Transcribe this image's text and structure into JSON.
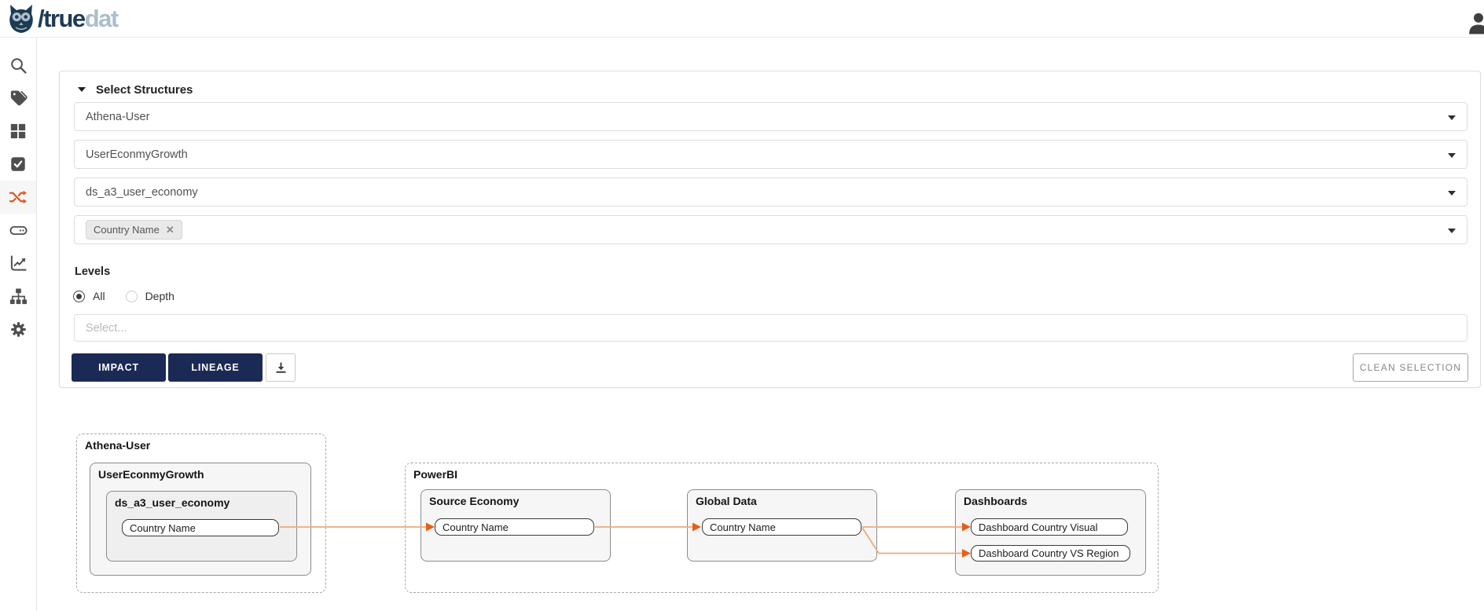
{
  "header": {
    "logo": {
      "slash_true": "/true",
      "dat": "dat"
    }
  },
  "sidebar": {
    "items": [
      {
        "icon": "search"
      },
      {
        "icon": "tags"
      },
      {
        "icon": "grid"
      },
      {
        "icon": "check-square"
      },
      {
        "icon": "shuffle",
        "active": true
      },
      {
        "icon": "storage"
      },
      {
        "icon": "chart-line"
      },
      {
        "icon": "sitemap"
      },
      {
        "icon": "gear"
      }
    ]
  },
  "structures_panel": {
    "title": "Select Structures",
    "system_select": "Athena-User",
    "group_select": "UserEconmyGrowth",
    "structure_select": "ds_a3_user_economy",
    "field_chip": "Country Name",
    "levels": {
      "label": "Levels",
      "options": [
        "All",
        "Depth"
      ],
      "selected": "All"
    },
    "levels_select_placeholder": "Select...",
    "buttons": {
      "impact": "IMPACT",
      "lineage": "LINEAGE",
      "clean_selection": "CLEAN SELECTION"
    }
  },
  "lineage": {
    "groups": {
      "athena": "Athena-User",
      "powerbi": "PowerBI"
    },
    "nodes": {
      "user_economy_growth": "UserEconmyGrowth",
      "ds_a3_user_economy": "ds_a3_user_economy",
      "athena_country_name": "Country Name",
      "source_economy": "Source Economy",
      "source_country_name": "Country Name",
      "global_data": "Global Data",
      "global_country_name": "Country Name",
      "dashboards": "Dashboards",
      "dashboard_country_visual": "Dashboard Country Visual",
      "dashboard_country_vs_region": "Dashboard Country VS Region"
    }
  },
  "colors": {
    "accent_orange": "#e2571a",
    "edge_line": "#ecaa7e",
    "edge_arrow": "#e85e15",
    "button_navy": "#1b2a55",
    "logo_navy": "#1d3b53",
    "logo_gray": "#a9bfca"
  }
}
